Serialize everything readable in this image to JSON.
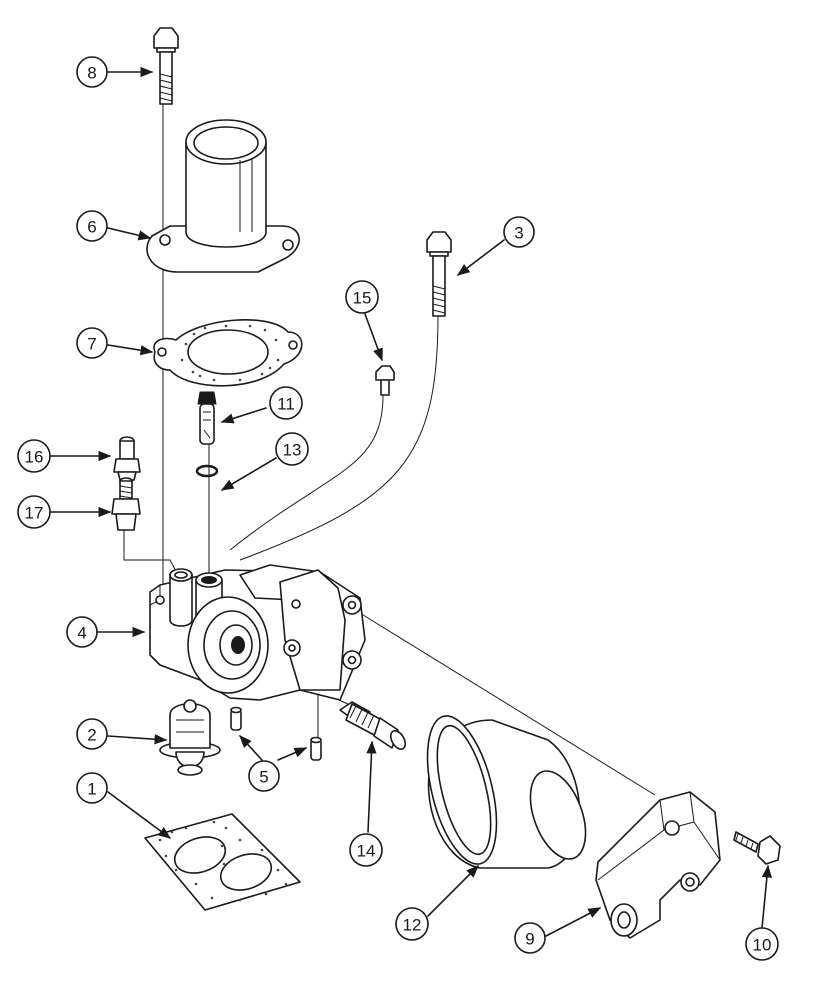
{
  "callouts": [
    {
      "id": "1",
      "label": "1"
    },
    {
      "id": "2",
      "label": "2"
    },
    {
      "id": "3",
      "label": "3"
    },
    {
      "id": "4",
      "label": "4"
    },
    {
      "id": "5",
      "label": "5"
    },
    {
      "id": "6",
      "label": "6"
    },
    {
      "id": "7",
      "label": "7"
    },
    {
      "id": "8",
      "label": "8"
    },
    {
      "id": "9",
      "label": "9"
    },
    {
      "id": "10",
      "label": "10"
    },
    {
      "id": "11",
      "label": "11"
    },
    {
      "id": "12",
      "label": "12"
    },
    {
      "id": "13",
      "label": "13"
    },
    {
      "id": "14",
      "label": "14"
    },
    {
      "id": "15",
      "label": "15"
    },
    {
      "id": "16",
      "label": "16"
    },
    {
      "id": "17",
      "label": "17"
    }
  ],
  "colors": {
    "ink": "#1a1a1a",
    "background": "#ffffff"
  }
}
